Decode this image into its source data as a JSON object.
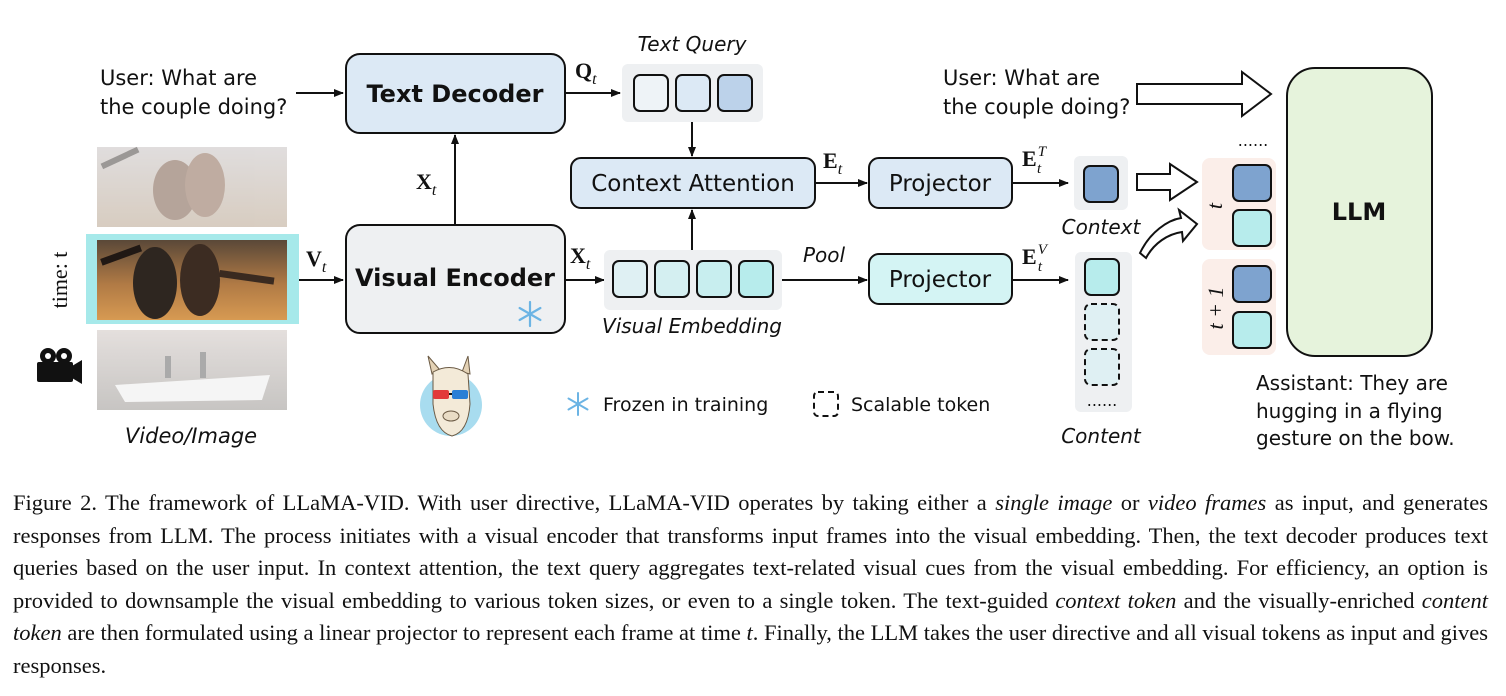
{
  "diagram": {
    "user_query_left": [
      "User:  What  are",
      "the couple doing?"
    ],
    "user_query_right": [
      "User:  What  are",
      "the couple doing?"
    ],
    "text_decoder": "Text Decoder",
    "visual_encoder": "Visual Encoder",
    "context_attention": "Context Attention",
    "projector_top": "Projector",
    "projector_bottom": "Projector",
    "llm": "LLM",
    "text_query": "Text Query",
    "visual_embedding": "Visual Embedding",
    "context": "Context",
    "content": "Content",
    "pool": "Pool",
    "video_image": "Video/Image",
    "time_label": "time: t",
    "frozen_in_training": "Frozen in training",
    "scalable_token": "Scalable token",
    "assistant_reply": [
      "Assistant: They are",
      "hugging  in  a  flying",
      "gesture on the bow."
    ],
    "dots_top": "......",
    "dots_content": "......",
    "sym_Qt": "Q",
    "sym_Xt_up": "X",
    "sym_Vt": "V",
    "sym_Xt_right": "X",
    "sym_Et": "E",
    "sym_ETt": "E",
    "sym_EVt": "E",
    "sub_t": "t",
    "sup_T": "T",
    "sup_V": "V",
    "group_t": "t",
    "group_t1": "t + 1",
    "colors": {
      "light_blue_box": "#dce9f5",
      "gray_box": "#eef0f2",
      "cyan_box": "#d4f4f4",
      "blue_token": "#7ea3cf",
      "cyan_token": "#b7ecec",
      "llm_green": "#e6f3dc",
      "pink_group": "#fbeee9",
      "frame_highlight": "#a6e9ea"
    }
  },
  "caption": {
    "p1": "Figure 2.  The framework of LLaMA-VID. With user directive, LLaMA-VID operates by taking either a ",
    "i1": "single image",
    "p2": " or ",
    "i2": "video frames",
    "p3": " as input, and generates responses from LLM. The process initiates with a visual encoder that transforms input frames into the visual embedding. Then, the text decoder produces text queries based on the user input. In context attention, the text query aggregates text-related visual cues from the visual embedding. For efficiency, an option is provided to downsample the visual embedding to various token sizes, or even to a single token. The text-guided ",
    "i3": "context token",
    "p4": " and the visually-enriched ",
    "i4": "content token",
    "p5": " are then formulated using a linear projector to represent each frame at time ",
    "i5": "t",
    "p6": ". Finally, the LLM takes the user directive and all visual tokens as input and gives responses."
  }
}
